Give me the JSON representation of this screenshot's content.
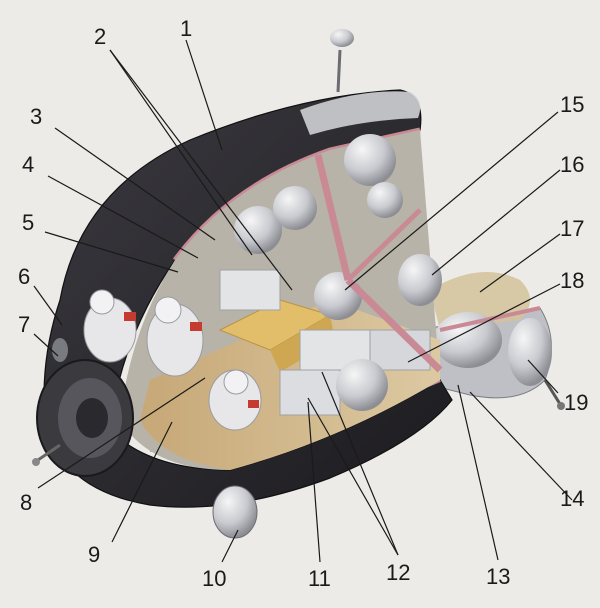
{
  "labels": [
    "1",
    "2",
    "3",
    "4",
    "5",
    "6",
    "7",
    "8",
    "9",
    "10",
    "11",
    "12",
    "13",
    "14",
    "15",
    "16",
    "17",
    "18",
    "19"
  ],
  "colors": {
    "hull_dark": "#2b2a2e",
    "hull_edge": "#4a4950",
    "interior_floor": "#cdb990",
    "cargo_gold": "#e2be6a",
    "equipment_white": "#d9dadd",
    "pink_trim": "#c98a95",
    "background": "#ecebe8"
  }
}
